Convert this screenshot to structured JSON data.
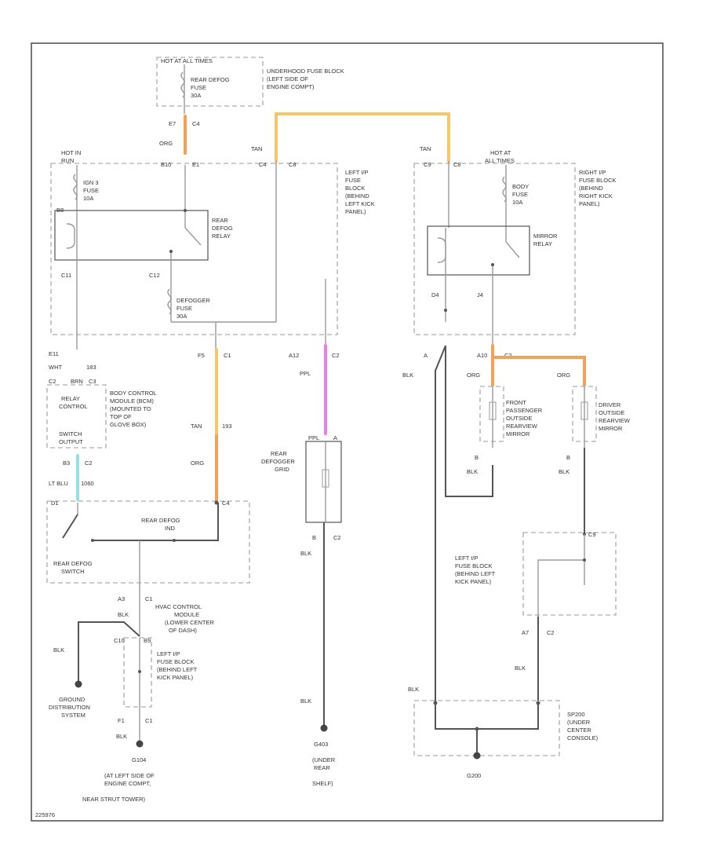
{
  "colors": {
    "tan": "#f5c76a",
    "orange": "#f0a15a",
    "pink": "#f07ce8",
    "cyan": "#8fe3e6",
    "line": "#9a9a9a",
    "dark": "#555555"
  },
  "labels": {
    "hot_header": "HOT AT ALL TIMES",
    "underhood_fuse_block": [
      "UNDERHOOD FUSE BLOCK",
      "(LEFT SIDE OF",
      "ENGINE COMPT)"
    ],
    "rear_defog_fuse": [
      "REAR DEFOG",
      "FUSE",
      "30A"
    ],
    "e7": "E7",
    "c4": "C4",
    "org_top": "ORG",
    "tan_left": "TAN",
    "tan_right": "TAN",
    "c4_left": "C4",
    "c8_left": "C8",
    "c9_right": "C9",
    "c8_right": "C8",
    "hot_in_run": [
      "HOT IN",
      "RUN"
    ],
    "b10": "B10",
    "e1": "E1",
    "ign_fuse": [
      "IGN 3",
      "FUSE",
      "10A"
    ],
    "b8": "B8",
    "rear_defog_relay": [
      "REAR",
      "DEFOG",
      "RELAY"
    ],
    "c11": "C11",
    "c12": "C12",
    "defogger_fuse": [
      "DEFOGGER",
      "FUSE",
      "30A"
    ],
    "left_ip_fuse_block": [
      "LEFT I/P",
      "FUSE",
      "BLOCK",
      "(BEHIND",
      "LEFT KICK",
      "PANEL)"
    ],
    "hot_at_all_times_right": [
      "HOT AT",
      "ALL TIMES"
    ],
    "right_ip_fuse_block": [
      "RIGHT I/P",
      "FUSE BLOCK",
      "(BEHIND",
      "RIGHT KICK",
      "PANEL)"
    ],
    "body_fuse": [
      "BODY",
      "FUSE",
      "10A"
    ],
    "mirror_relay": [
      "MIRROR",
      "RELAY"
    ],
    "d4": "D4",
    "j4": "J4",
    "e11": "E11",
    "wht": "WHT",
    "c2_bcm": "C2",
    "n183": "183",
    "brn": "BRN",
    "c3": "C3",
    "relay_control": [
      "RELAY",
      "CONTROL"
    ],
    "bcm_label": [
      "BODY CONTROL",
      "MODULE (BCM)",
      "(MOUNTED TO",
      "TOP OF",
      "GLOVE BOX)"
    ],
    "switch_output": [
      "SWITCH",
      "OUTPUT"
    ],
    "b3": "B3",
    "c2_b3": "C2",
    "lt_blu": "LT BLU",
    "n1060": "1060",
    "f5": "F5",
    "c1_f5": "C1",
    "tan_193": "TAN",
    "n193": "193",
    "org_mid": "ORG",
    "a12": "A12",
    "c2_a12": "C2",
    "ppl": "PPL",
    "ppl_conn": "PPL",
    "conn_a": "A",
    "rear_defogger_grid": [
      "REAR",
      "DEFOGGER",
      "GRID"
    ],
    "b_c2": "B",
    "c2_grid": "C2",
    "blk_grid": "BLK",
    "d1": "D1",
    "c4_hvac": "C4",
    "rear_defog_ind": [
      "REAR DEFOG",
      "IND"
    ],
    "rear_defog_switch": [
      "REAR DEFOG",
      "SWITCH"
    ],
    "hvac_module": [
      "HVAC CONTROL",
      "MODULE",
      "(LOWER CENTER",
      "OF DASH)"
    ],
    "a3": "A3",
    "c1_a3": "C1",
    "blk_a3": "BLK",
    "c10": "C10",
    "b9": "B9",
    "left_ip_fuse_block_lower": [
      "LEFT I/P",
      "FUSE BLOCK",
      "(BEHIND LEFT",
      "KICK PANEL)"
    ],
    "f1": "F1",
    "c1_f1": "C1",
    "blk_f1": "BLK",
    "blk_gnd": "BLK",
    "ground_dist": [
      "GROUND",
      "DISTRIBUTION",
      "SYSTEM"
    ],
    "g104": "G104",
    "g104_location": [
      "(AT LEFT SIDE OF",
      "ENGINE COMPT,",
      "NEAR STRUT TOWER)"
    ],
    "g403": "G403",
    "g403_location": [
      "(UNDER",
      "REAR",
      "SHELF)"
    ],
    "blk_center_bottom": "BLK",
    "a_right": "A",
    "blk_right": "BLK",
    "a10": "A10",
    "c2_a10": "C2",
    "org_fp": "ORG",
    "org_dr": "ORG",
    "front_pass_mirror": [
      "FRONT",
      "PASSENGER",
      "OUTSIDE",
      "REARVIEW",
      "MIRROR"
    ],
    "driver_mirror": [
      "DRIVER",
      "OUTSIDE",
      "REARVIEW",
      "MIRROR"
    ],
    "b_fp": "B",
    "blk_fp": "BLK",
    "b_dr": "B",
    "blk_dr": "BLK",
    "c9_left_ip": "C9",
    "left_ip_fuse_block_right": [
      "LEFT I/P",
      "FUSE BLOCK",
      "(BEHIND LEFT",
      "KICK PANEL)"
    ],
    "a7": "A7",
    "c2_a7": "C2",
    "blk_a7": "BLK",
    "blk_right_bottom": "BLK",
    "sp200": "SP200",
    "sp200_location": [
      "(UNDER",
      "CENTER",
      "CONSOLE)"
    ],
    "g200": "G200",
    "figure_id": "225976"
  }
}
